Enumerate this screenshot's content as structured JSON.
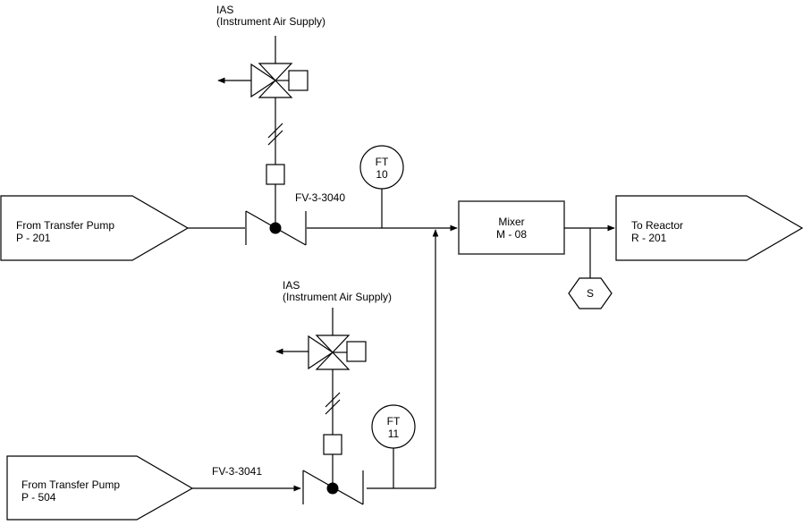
{
  "colors": {
    "stroke": "#000000",
    "background": "#ffffff"
  },
  "sources": [
    {
      "line1": "From Transfer Pump",
      "line2": "P - 201"
    },
    {
      "line1": "From Transfer Pump",
      "line2": "P - 504"
    }
  ],
  "destination": {
    "line1": "To Reactor",
    "line2": "R - 201"
  },
  "mixer": {
    "line1": "Mixer",
    "line2": "M - 08"
  },
  "air_supply": [
    {
      "line1": "IAS",
      "line2": "(Instrument Air Supply)"
    },
    {
      "line1": "IAS",
      "line2": "(Instrument Air Supply)"
    }
  ],
  "valves": [
    {
      "tag": "FV-3-3040"
    },
    {
      "tag": "FV-3-3041"
    }
  ],
  "transmitters": [
    {
      "line1": "FT",
      "line2": "10"
    },
    {
      "line1": "FT",
      "line2": "11"
    }
  ],
  "sampler": {
    "label": "S"
  }
}
